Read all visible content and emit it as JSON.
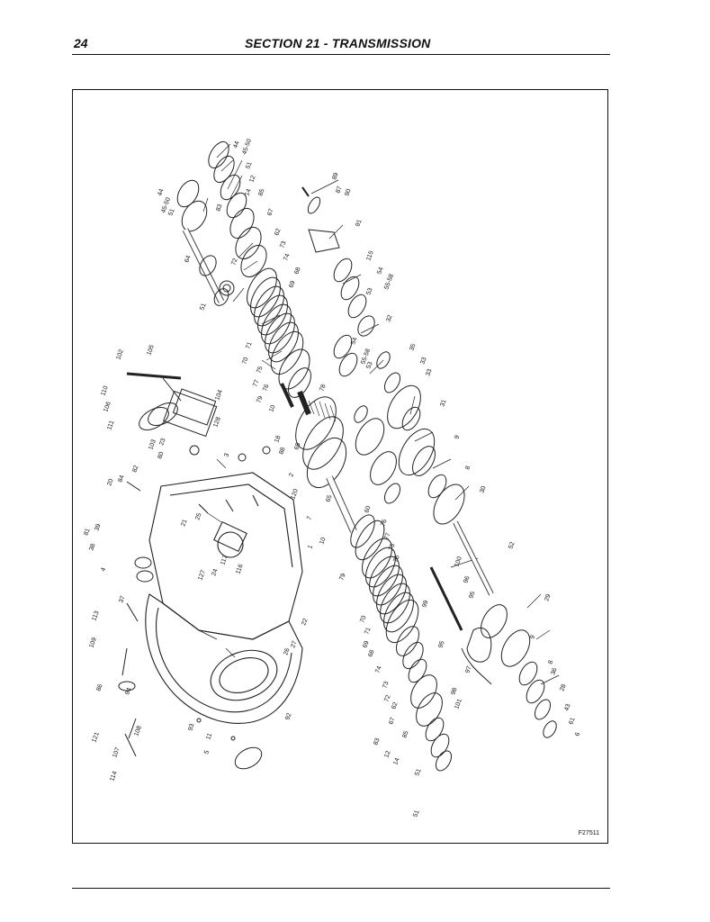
{
  "header": {
    "page_number": "24",
    "section_title": "SECTION 21 - TRANSMISSION"
  },
  "figure": {
    "code": "F27511",
    "callouts": {
      "c44": "44",
      "c45_50": "45-50",
      "c51": "51",
      "c64": "64",
      "c83": "83",
      "c12": "12",
      "c14": "14",
      "c85": "85",
      "c67": "67",
      "c62": "62",
      "c73": "73",
      "c74": "74",
      "c68": "68",
      "c69": "69",
      "c72": "72",
      "c71": "71",
      "c70": "70",
      "c75": "75",
      "c77": "77",
      "c76": "76",
      "c79": "79",
      "c10": "10",
      "c78": "78",
      "c89": "89",
      "c87": "87",
      "c90": "90",
      "c91": "91",
      "c115": "115",
      "c54": "54",
      "c55_58": "55-58",
      "c53": "53",
      "c32": "32",
      "c35": "35",
      "c33": "33",
      "c31": "31",
      "c9": "9",
      "c8": "8",
      "c30": "30",
      "c52": "52",
      "c65": "65",
      "c60": "60",
      "c100": "100",
      "c96": "96",
      "c95": "95",
      "c99": "99",
      "c29": "29",
      "c98": "98",
      "c97": "97",
      "c101": "101",
      "c36": "36",
      "c28": "28",
      "c43": "43",
      "c61": "61",
      "c6": "6",
      "c102": "102",
      "c105": "105",
      "c110": "110",
      "c106": "106",
      "c111": "111",
      "c104": "104",
      "c128": "128",
      "c103": "103",
      "c80": "80",
      "c23": "23",
      "c18": "18",
      "c88": "88",
      "c3": "3",
      "c82": "82",
      "c2": "2",
      "c120": "120",
      "c20": "20",
      "c84": "84",
      "c81": "81",
      "c39": "39",
      "c38": "38",
      "c4": "4",
      "c37": "37",
      "c113": "113",
      "c109": "109",
      "c86": "86",
      "c121": "121",
      "c107": "107",
      "c108": "108",
      "c114": "114",
      "c93": "93",
      "c11": "11",
      "c5": "5",
      "c92": "92",
      "c22": "22",
      "c27": "27",
      "c26": "26",
      "c7": "7",
      "c1": "1",
      "c117": "117",
      "c116": "116",
      "c127": "127",
      "c24": "24",
      "c21": "21",
      "c25": "25",
      "c94": "94"
    }
  }
}
